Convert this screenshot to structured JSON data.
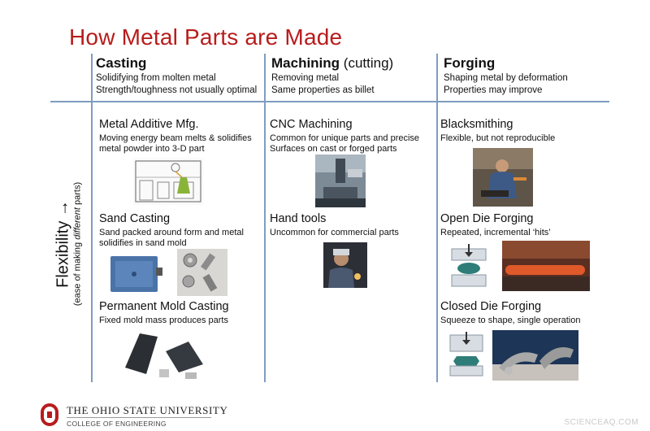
{
  "title": "How Metal Parts are Made",
  "columns": [
    {
      "heading": "Casting",
      "heading_suffix": "",
      "sub1": "Solidifying from molten metal",
      "sub2": "Strength/toughness not usually optimal"
    },
    {
      "heading": "Machining",
      "heading_suffix": " (cutting)",
      "sub1": "Removing metal",
      "sub2": "Same properties as billet"
    },
    {
      "heading": "Forging",
      "heading_suffix": "",
      "sub1": "Shaping metal by deformation",
      "sub2": "Properties may improve"
    }
  ],
  "y_axis": {
    "label": "Flexibility →",
    "sub_before": "(ease of making ",
    "sub_em": "different",
    "sub_after": " parts)"
  },
  "items": {
    "additive": {
      "title": "Metal Additive Mfg.",
      "desc": "Moving energy beam melts & solidifies metal powder into 3-D part"
    },
    "cnc": {
      "title": "CNC Machining",
      "desc": "Common for unique parts and precise Surfaces on cast or forged parts"
    },
    "blacksmithing": {
      "title": "Blacksmithing",
      "desc": "Flexible, but not reproducible"
    },
    "sand": {
      "title": "Sand Casting",
      "desc": "Sand packed around form and metal solidifies in sand mold"
    },
    "hand": {
      "title": "Hand tools",
      "desc": "Uncommon for commercial parts"
    },
    "open_die": {
      "title": "Open Die Forging",
      "desc": "Repeated, incremental ‘hits’"
    },
    "permanent": {
      "title": "Permanent Mold Casting",
      "desc": "Fixed mold mass produces parts"
    },
    "closed_die": {
      "title": "Closed Die Forging",
      "desc": "Squeeze to shape, single operation"
    }
  },
  "footer": {
    "university": "THE OHIO STATE UNIVERSITY",
    "college": "COLLEGE OF ENGINEERING",
    "watermark": "SCIENCEAQ.COM"
  },
  "colors": {
    "title": "#b81c1c",
    "rules": "#7f9cc0",
    "logo": "#b81c1c"
  }
}
